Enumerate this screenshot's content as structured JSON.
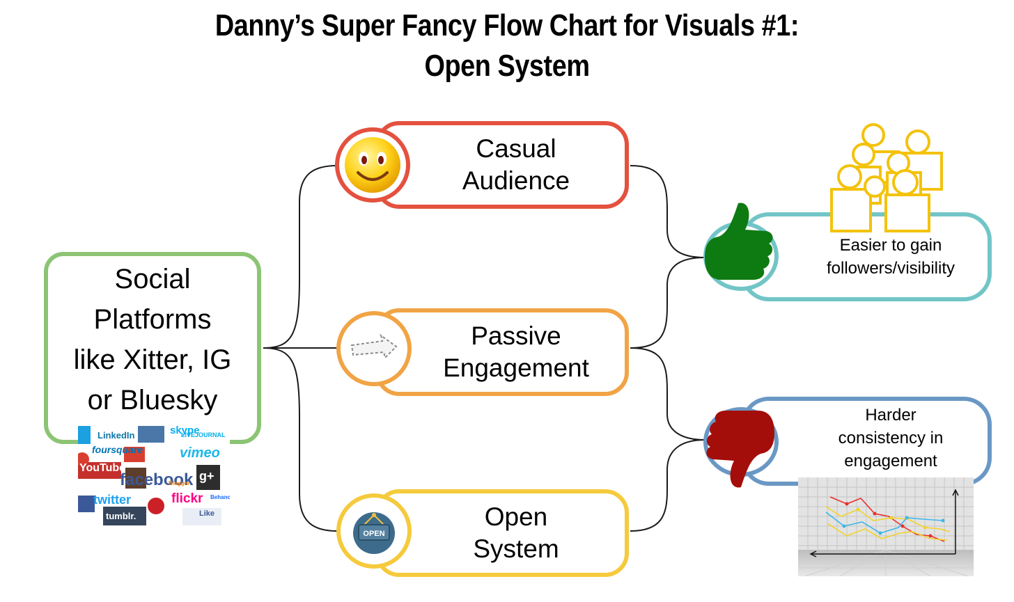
{
  "title": {
    "line1": "Danny’s Super Fancy Flow Chart for Visuals #1:",
    "line2": "Open System"
  },
  "nodes": {
    "root": {
      "label": "Social\nPlatforms\nlike Xitter, IG\nor Bluesky",
      "color": "#8cc474"
    },
    "casual": {
      "label": "Casual\nAudience",
      "color": "#e4513f",
      "icon": "smiley-face-icon"
    },
    "passive": {
      "label": "Passive\nEngagement",
      "color": "#f1a445",
      "icon": "dashed-arrow-icon"
    },
    "open": {
      "label": "Open\nSystem",
      "color": "#f5ca3c",
      "icon": "open-sign-icon"
    },
    "easier": {
      "label": "Easier to gain\nfollowers/visibility",
      "color": "#72c5c7",
      "icon": "thumbs-up-icon"
    },
    "harder": {
      "label": "Harder\nconsistency in\nengagement",
      "color": "#6a98c4",
      "icon": "thumbs-down-icon"
    }
  },
  "images": {
    "social_collage": {
      "words": [
        "LinkedIn",
        "foursquare",
        "LIVEJOURNAL",
        "vimeo",
        "YouTube",
        "facebook",
        "twitter",
        "flickr",
        "tumblr.",
        "Like",
        "skype",
        "Blogger",
        "Behance",
        "g+"
      ]
    },
    "people_group_icon": "people-group-icon",
    "line_chart_icon": "line-chart-icon"
  }
}
